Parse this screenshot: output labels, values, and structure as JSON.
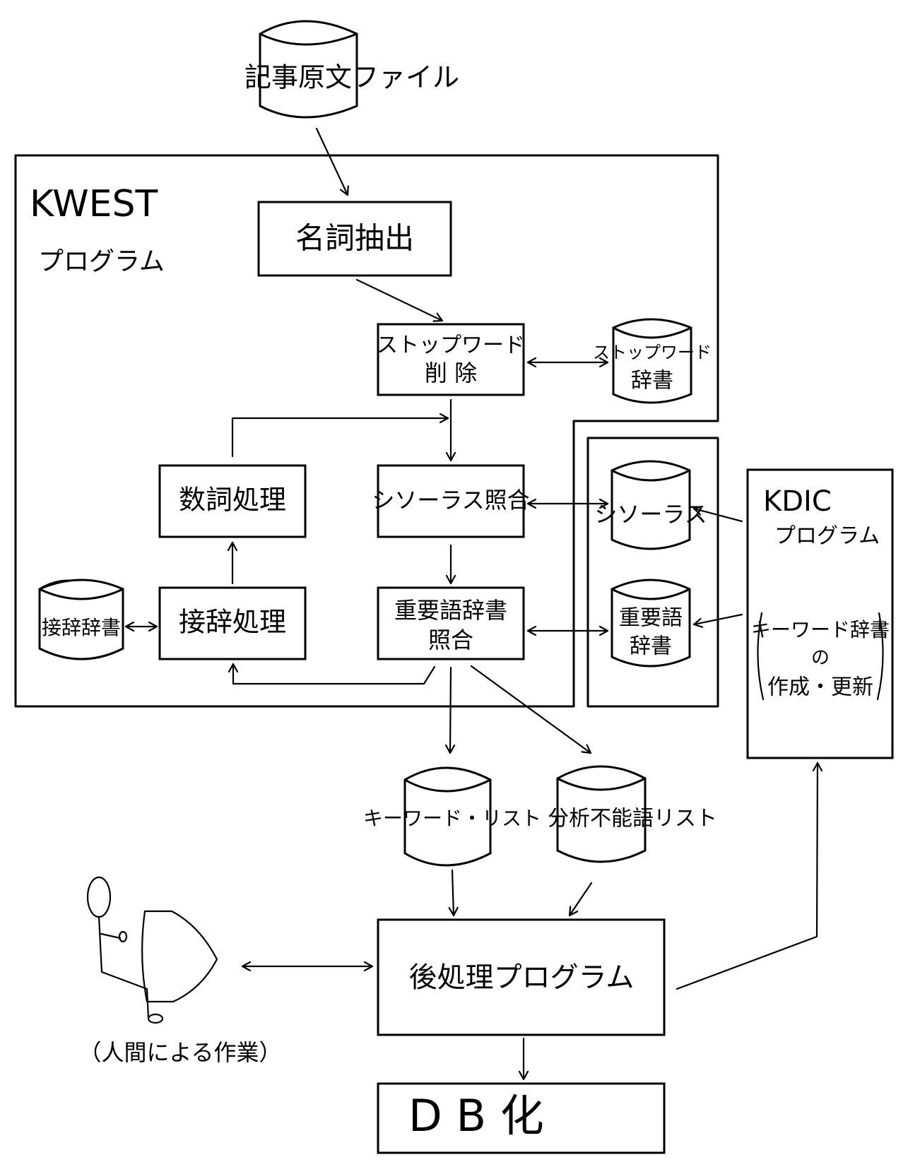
{
  "title": "KWEST / KDIC keyword extraction processing flow",
  "groups": {
    "kwest": {
      "name": "KWEST",
      "subtitle": "プログラム"
    },
    "kdic": {
      "name": "KDIC",
      "subtitle": "プログラム",
      "note_line1": "キーワード辞書",
      "note_line2": "の",
      "note_line3": "作成・更新"
    }
  },
  "nodes": {
    "source_file": {
      "label": "記事原文ファイル",
      "shape": "cylinder"
    },
    "noun_extraction": {
      "label": "名詞抽出",
      "shape": "process"
    },
    "stopword_removal": {
      "line1": "ストップワード",
      "line2": "削 除",
      "shape": "process"
    },
    "stopword_dict": {
      "line1": "ストップワード",
      "line2": "辞書",
      "shape": "cylinder"
    },
    "numeral_processing": {
      "label": "数詞処理",
      "shape": "process"
    },
    "thesaurus_match": {
      "label": "シソーラス照合",
      "shape": "process"
    },
    "thesaurus": {
      "label": "シソーラス",
      "shape": "cylinder"
    },
    "affix_dict": {
      "label": "接辞辞書",
      "shape": "cylinder"
    },
    "affix_processing": {
      "label": "接辞処理",
      "shape": "process"
    },
    "important_word_match": {
      "line1": "重要語辞書",
      "line2": "照合",
      "shape": "process"
    },
    "important_word_dict": {
      "line1": "重要語",
      "line2": "辞書",
      "shape": "cylinder"
    },
    "keyword_list": {
      "label": "キーワード・リスト",
      "shape": "cylinder"
    },
    "unanalyzable_list": {
      "label": "分析不能語リスト",
      "shape": "cylinder"
    },
    "post_processing": {
      "label": "後処理プログラム",
      "shape": "process"
    },
    "db": {
      "label": "D B 化",
      "shape": "process"
    },
    "human": {
      "label": "（人間による作業）",
      "shape": "actor-with-display"
    }
  },
  "edges": [
    {
      "from": "source_file",
      "to": "noun_extraction",
      "direction": "forward"
    },
    {
      "from": "noun_extraction",
      "to": "stopword_removal",
      "direction": "forward"
    },
    {
      "from": "stopword_removal",
      "to": "stopword_dict",
      "direction": "both"
    },
    {
      "from": "stopword_removal",
      "to": "thesaurus_match",
      "direction": "forward"
    },
    {
      "from": "numeral_processing",
      "to": "thesaurus_match",
      "direction": "forward"
    },
    {
      "from": "thesaurus_match",
      "to": "thesaurus",
      "direction": "both"
    },
    {
      "from": "thesaurus_match",
      "to": "important_word_match",
      "direction": "forward"
    },
    {
      "from": "important_word_match",
      "to": "important_word_dict",
      "direction": "both"
    },
    {
      "from": "important_word_match",
      "to": "affix_processing",
      "direction": "forward"
    },
    {
      "from": "affix_dict",
      "to": "affix_processing",
      "direction": "both"
    },
    {
      "from": "affix_processing",
      "to": "numeral_processing",
      "direction": "forward"
    },
    {
      "from": "important_word_match",
      "to": "keyword_list",
      "direction": "forward"
    },
    {
      "from": "important_word_match",
      "to": "unanalyzable_list",
      "direction": "forward"
    },
    {
      "from": "kdic",
      "to": "thesaurus",
      "direction": "forward"
    },
    {
      "from": "kdic",
      "to": "important_word_dict",
      "direction": "forward"
    },
    {
      "from": "keyword_list",
      "to": "post_processing",
      "direction": "forward"
    },
    {
      "from": "unanalyzable_list",
      "to": "post_processing",
      "direction": "forward"
    },
    {
      "from": "human",
      "to": "post_processing",
      "direction": "both"
    },
    {
      "from": "post_processing",
      "to": "kdic",
      "direction": "forward"
    },
    {
      "from": "post_processing",
      "to": "db",
      "direction": "forward"
    }
  ]
}
